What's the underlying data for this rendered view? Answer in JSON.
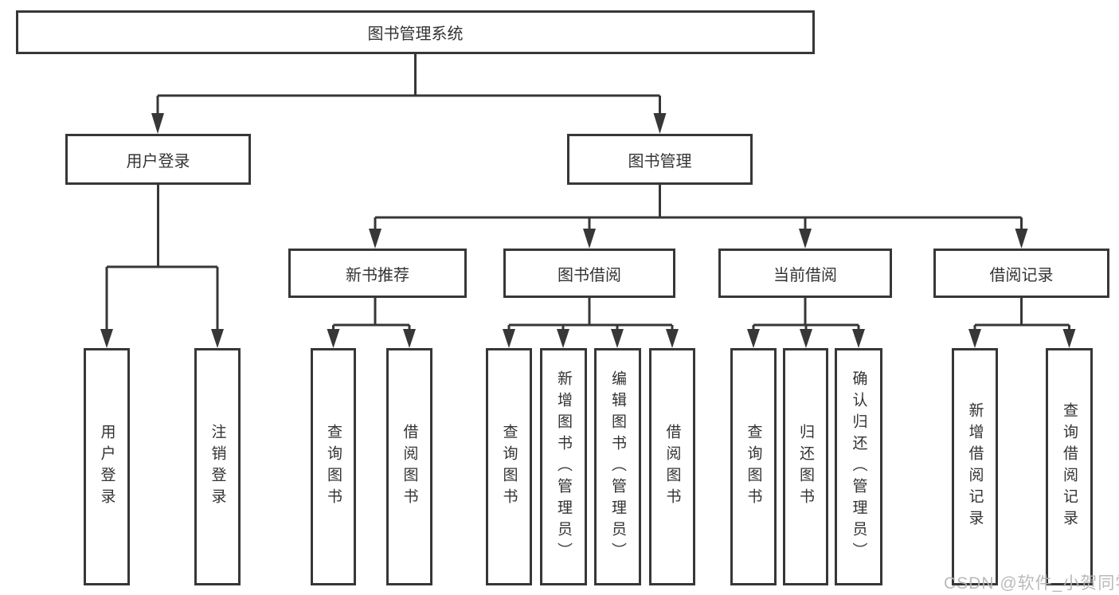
{
  "colors": {
    "line": "#373737",
    "box_border": "#373737",
    "box_background": "#ffffff",
    "text": "#333333",
    "watermark": "#b5b5b5",
    "page_background": "#ffffff"
  },
  "root": {
    "label": "图书管理系统"
  },
  "level2": {
    "user_login": {
      "label": "用户登录"
    },
    "book_management": {
      "label": "图书管理"
    }
  },
  "level3": {
    "new_book_recommend": {
      "label": "新书推荐"
    },
    "book_borrow": {
      "label": "图书借阅"
    },
    "current_borrow": {
      "label": "当前借阅"
    },
    "borrow_records": {
      "label": "借阅记录"
    }
  },
  "leaves": {
    "user_login": {
      "label": "用户登录"
    },
    "logout": {
      "label": "注销登录"
    },
    "nb_query_books": {
      "label": "查询图书"
    },
    "nb_borrow_books": {
      "label": "借阅图书"
    },
    "bb_query_books": {
      "label": "查询图书"
    },
    "bb_add_books": {
      "label": "新增图书（管理员）"
    },
    "bb_edit_books": {
      "label": "编辑图书（管理员）"
    },
    "bb_borrow_books": {
      "label": "借阅图书"
    },
    "cb_query_books": {
      "label": "查询图书"
    },
    "cb_return_books": {
      "label": "归还图书"
    },
    "cb_confirm_return": {
      "label": "确认归还（管理员）"
    },
    "br_add_record": {
      "label": "新增借阅记录"
    },
    "br_query_record": {
      "label": "查询借阅记录"
    }
  },
  "watermark": {
    "label": "CSDN @软件_小贺同学"
  }
}
